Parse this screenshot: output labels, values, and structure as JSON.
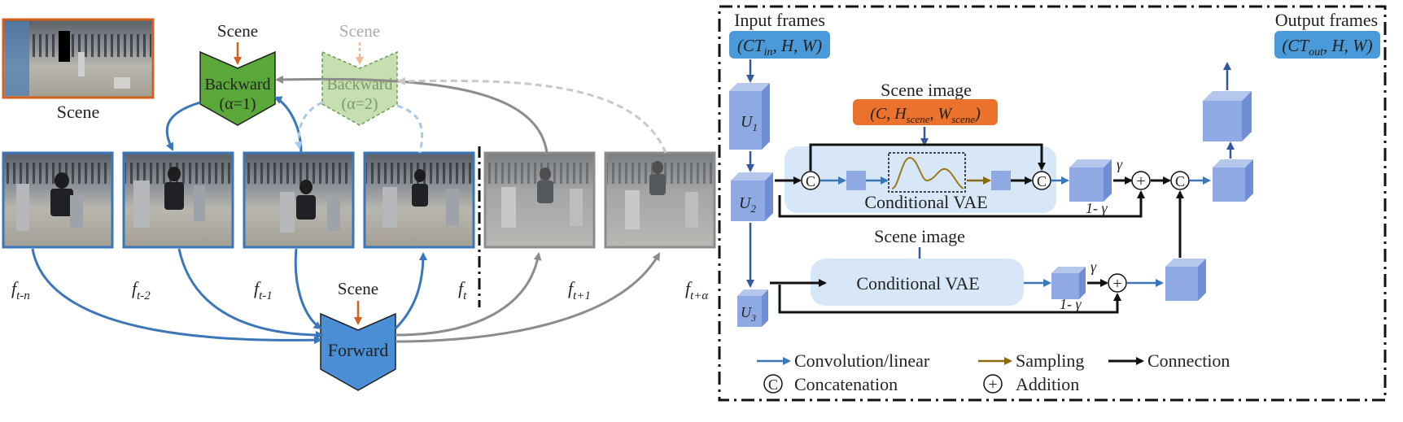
{
  "left": {
    "scene_caption": "Scene",
    "scene_top_a": "Scene",
    "scene_top_b": "Scene",
    "scene_bottom": "Scene",
    "backward1": {
      "line1": "Backward",
      "line2": "(α=1)"
    },
    "backward2": {
      "line1": "Backward",
      "line2": "(α=2)"
    },
    "forward": "Forward",
    "frames": [
      {
        "base": "f",
        "sub": "t-n"
      },
      {
        "base": "f",
        "sub": "t-2"
      },
      {
        "base": "f",
        "sub": "t-1"
      },
      {
        "base": "f",
        "sub": "t"
      },
      {
        "base": "f",
        "sub": "t+1"
      },
      {
        "base": "f",
        "sub": "t+α"
      }
    ]
  },
  "right": {
    "input_title": "Input frames",
    "input_dims": {
      "a": "(CT",
      "a_sub": "in",
      "b": ", H, W)"
    },
    "output_title": "Output frames",
    "output_dims": {
      "a": "(CT",
      "a_sub": "out",
      "b": ", H, W)"
    },
    "scene_image_1": "Scene image",
    "scene_image_dims": {
      "a": "(C, H",
      "a_sub": "scene",
      "b": ", W",
      "b_sub": "scene",
      "c": ")"
    },
    "scene_image_2": "Scene image",
    "cvae_1": "Conditional VAE",
    "cvae_2": "Conditional VAE",
    "u1": {
      "base": "U",
      "sub": "1"
    },
    "u2": {
      "base": "U",
      "sub": "2"
    },
    "u3": {
      "base": "U",
      "sub": "3"
    },
    "gamma_1": "γ",
    "one_minus_gamma_1": "1- γ",
    "gamma_2": "γ",
    "one_minus_gamma_2": "1- γ",
    "concat_symbol": "C",
    "plus_symbol": "+",
    "legend": {
      "conv": "Convolution/linear",
      "sampling": "Sampling",
      "connection": "Connection",
      "concatenation": "Concatenation",
      "addition": "Addition"
    }
  },
  "colors": {
    "blue_arrow": "#3a76b8",
    "gray_arrow": "#8c8c8c",
    "orange": "#d4601f",
    "green": "#5aa83a",
    "light_green": "#c5dfb0",
    "forward_blue": "#4a8fd6",
    "cube": "#8fa9e3",
    "cvae_bg": "#d8e7f7",
    "dims_box": "#4a9ad9",
    "sampling": "#8a6a10"
  }
}
